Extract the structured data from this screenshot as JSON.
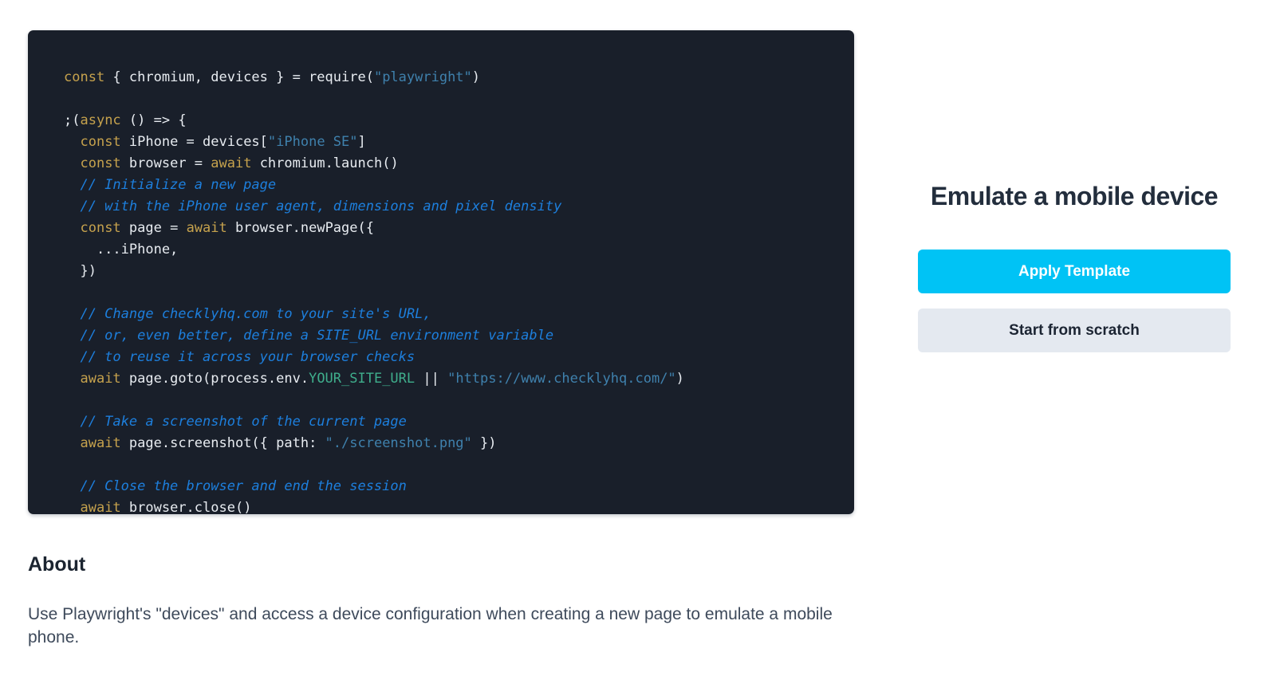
{
  "colors": {
    "code_bg": "#191f2a",
    "plain": "#e8ecf1",
    "keyword": "#c6a24d",
    "string": "#3f81ad",
    "comment": "#1d7fdd",
    "env_var": "#3fae8c",
    "accent_cyan": "#00c3f5",
    "button_gray": "#e4e9f0"
  },
  "code_editor": {
    "language": "javascript",
    "lines": [
      [
        {
          "c": "k",
          "t": "const"
        },
        {
          "c": "p",
          "t": " { chromium, devices } = require("
        },
        {
          "c": "s",
          "t": "\"playwright\""
        },
        {
          "c": "p",
          "t": ")"
        }
      ],
      [],
      [
        {
          "c": "p",
          "t": ";("
        },
        {
          "c": "k",
          "t": "async"
        },
        {
          "c": "p",
          "t": " () => {"
        }
      ],
      [
        {
          "c": "p",
          "t": "  "
        },
        {
          "c": "k",
          "t": "const"
        },
        {
          "c": "p",
          "t": " iPhone = devices["
        },
        {
          "c": "s",
          "t": "\"iPhone SE\""
        },
        {
          "c": "p",
          "t": "]"
        }
      ],
      [
        {
          "c": "p",
          "t": "  "
        },
        {
          "c": "k",
          "t": "const"
        },
        {
          "c": "p",
          "t": " browser = "
        },
        {
          "c": "k",
          "t": "await"
        },
        {
          "c": "p",
          "t": " chromium.launch()"
        }
      ],
      [
        {
          "c": "c",
          "t": "  // Initialize a new page"
        }
      ],
      [
        {
          "c": "c",
          "t": "  // with the iPhone user agent, dimensions and pixel density"
        }
      ],
      [
        {
          "c": "p",
          "t": "  "
        },
        {
          "c": "k",
          "t": "const"
        },
        {
          "c": "p",
          "t": " page = "
        },
        {
          "c": "k",
          "t": "await"
        },
        {
          "c": "p",
          "t": " browser.newPage({"
        }
      ],
      [
        {
          "c": "p",
          "t": "    ...iPhone,"
        }
      ],
      [
        {
          "c": "p",
          "t": "  })"
        }
      ],
      [],
      [
        {
          "c": "c",
          "t": "  // Change checklyhq.com to your site's URL,"
        }
      ],
      [
        {
          "c": "c",
          "t": "  // or, even better, define a SITE_URL environment variable"
        }
      ],
      [
        {
          "c": "c",
          "t": "  // to reuse it across your browser checks"
        }
      ],
      [
        {
          "c": "p",
          "t": "  "
        },
        {
          "c": "k",
          "t": "await"
        },
        {
          "c": "p",
          "t": " page.goto(process.env."
        },
        {
          "c": "e",
          "t": "YOUR_SITE_URL"
        },
        {
          "c": "p",
          "t": " || "
        },
        {
          "c": "s",
          "t": "\"https://www.checklyhq.com/\""
        },
        {
          "c": "p",
          "t": ")"
        }
      ],
      [],
      [
        {
          "c": "c",
          "t": "  // Take a screenshot of the current page"
        }
      ],
      [
        {
          "c": "p",
          "t": "  "
        },
        {
          "c": "k",
          "t": "await"
        },
        {
          "c": "p",
          "t": " page.screenshot({ path: "
        },
        {
          "c": "s",
          "t": "\"./screenshot.png\""
        },
        {
          "c": "p",
          "t": " })"
        }
      ],
      [],
      [
        {
          "c": "c",
          "t": "  // Close the browser and end the session"
        }
      ],
      [
        {
          "c": "p",
          "t": "  "
        },
        {
          "c": "k",
          "t": "await"
        },
        {
          "c": "p",
          "t": " browser.close()"
        }
      ]
    ]
  },
  "template_panel": {
    "title": "Emulate a mobile device",
    "apply_button_label": "Apply Template",
    "scratch_button_label": "Start from scratch"
  },
  "about": {
    "heading": "About",
    "description": "Use Playwright's \"devices\" and access a device configuration when creating a new page to emulate a mobile phone."
  }
}
